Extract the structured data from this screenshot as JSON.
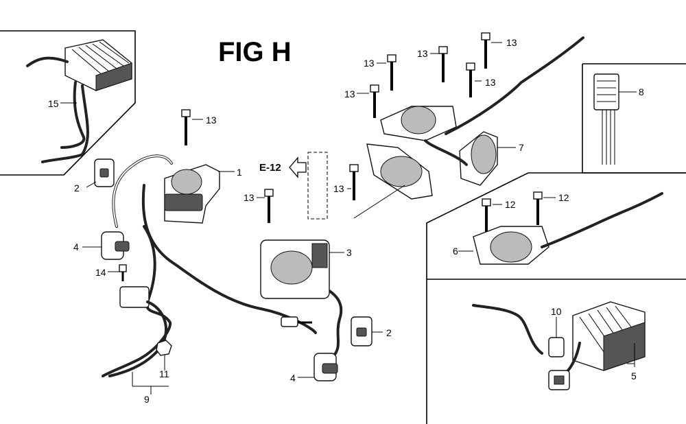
{
  "title": "FIG H",
  "reference": "E-12",
  "callouts": {
    "c1": "1",
    "c2a": "2",
    "c2b": "2",
    "c3": "3",
    "c4a": "4",
    "c4b": "4",
    "c5": "5",
    "c6": "6",
    "c7": "7",
    "c8": "8",
    "c9": "9",
    "c10": "10",
    "c11": "11",
    "c12a": "12",
    "c12b": "12",
    "c13a": "13",
    "c13b": "13",
    "c13c": "13",
    "c13d": "13",
    "c13e": "13",
    "c13f": "13",
    "c13g": "13",
    "c13h": "13",
    "c14": "14",
    "c15": "15"
  }
}
